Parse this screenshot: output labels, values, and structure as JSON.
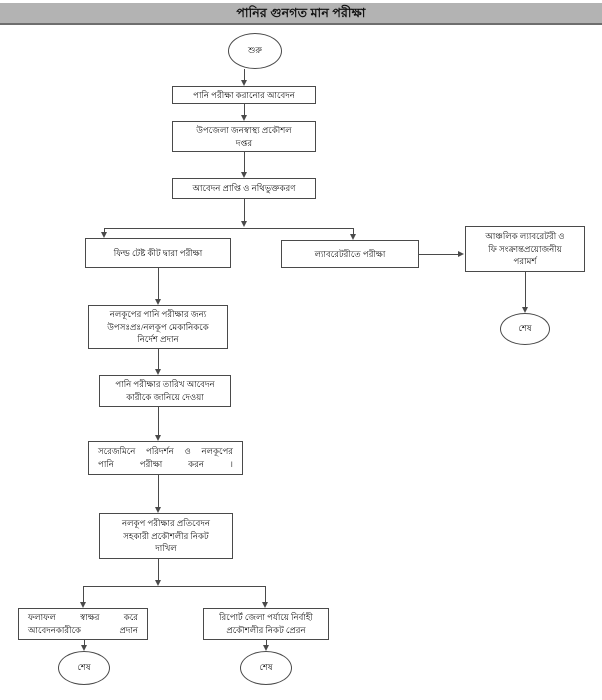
{
  "header": {
    "title": "পানির গুনগত মান পরীক্ষা"
  },
  "chart_data": {
    "type": "flowchart",
    "title": "পানির গুনগত মান পরীক্ষা",
    "nodes": [
      {
        "id": "start",
        "shape": "ellipse",
        "label": "শুরু"
      },
      {
        "id": "application",
        "shape": "rectangle",
        "label": "পানি পরীক্ষা করানোর আবেদন"
      },
      {
        "id": "office",
        "shape": "rectangle",
        "label": "উপজেলা জনস্বাস্থ্য প্রকৌশল\nদপ্তর"
      },
      {
        "id": "receipt",
        "shape": "rectangle",
        "label": "আবেদন প্রাপ্তি ও নথিভুক্তকরণ"
      },
      {
        "id": "fieldtest",
        "shape": "rectangle",
        "label": "ফিল্ড টেষ্ট কীট দ্বারা পরীক্ষা"
      },
      {
        "id": "labtest",
        "shape": "rectangle",
        "label": "ল্যাবরেটরীতে পরীক্ষা"
      },
      {
        "id": "regionallab",
        "shape": "rectangle",
        "label": "আঞ্চলিক ল্যাবরেটরী ও\nফি সংক্রান্তপ্রয়োজনীয়\nপরামর্শ"
      },
      {
        "id": "end_lab",
        "shape": "ellipse",
        "label": "শেষ"
      },
      {
        "id": "instruct",
        "shape": "rectangle",
        "label": "নলকূপের পানি পরীক্ষার জন্য\nউপসঃপ্রঃ/নলকূপ মেকানিককে\nনির্দেশ প্রদান"
      },
      {
        "id": "informdate",
        "shape": "rectangle",
        "label": "পানি পরীক্ষার তারিখ আবেদন\nকারীকে জানিয়ে দেওয়া"
      },
      {
        "id": "inspect",
        "shape": "rectangle",
        "label": "সরেজমিনে  পরিদর্শন   ও  নলকূপের\nপানি পরীক্ষা করন ।"
      },
      {
        "id": "report",
        "shape": "rectangle",
        "label": "নলকূপ পরীক্ষার প্রতিবেদন\nসহকারী প্রকৌশলীর নিকট\nদাখিল"
      },
      {
        "id": "result",
        "shape": "rectangle",
        "label": "ফলাফল     স্বাক্ষর    করে\nআবেদনকারীকে প্রদান"
      },
      {
        "id": "sendreport",
        "shape": "rectangle",
        "label": "রিপোর্ট জেলা পর্যায়ে নির্বাহী\nপ্রকৌশলীর নিকট প্রেরন"
      },
      {
        "id": "end_result",
        "shape": "ellipse",
        "label": "শেষ"
      },
      {
        "id": "end_send",
        "shape": "ellipse",
        "label": "শেষ"
      }
    ],
    "edges": [
      {
        "from": "start",
        "to": "application"
      },
      {
        "from": "application",
        "to": "office"
      },
      {
        "from": "office",
        "to": "receipt"
      },
      {
        "from": "receipt",
        "to": "fieldtest"
      },
      {
        "from": "receipt",
        "to": "labtest"
      },
      {
        "from": "labtest",
        "to": "regionallab"
      },
      {
        "from": "regionallab",
        "to": "end_lab"
      },
      {
        "from": "fieldtest",
        "to": "instruct"
      },
      {
        "from": "instruct",
        "to": "informdate"
      },
      {
        "from": "informdate",
        "to": "inspect"
      },
      {
        "from": "inspect",
        "to": "report"
      },
      {
        "from": "report",
        "to": "result"
      },
      {
        "from": "report",
        "to": "sendreport"
      },
      {
        "from": "result",
        "to": "end_result"
      },
      {
        "from": "sendreport",
        "to": "end_send"
      }
    ],
    "colors": {
      "title_bar": "#b3b3b3",
      "node_border": "#4a4a4a",
      "node_fill": "#ffffff",
      "connector": "#4a4a4a",
      "text": "#0d0d0d"
    }
  }
}
